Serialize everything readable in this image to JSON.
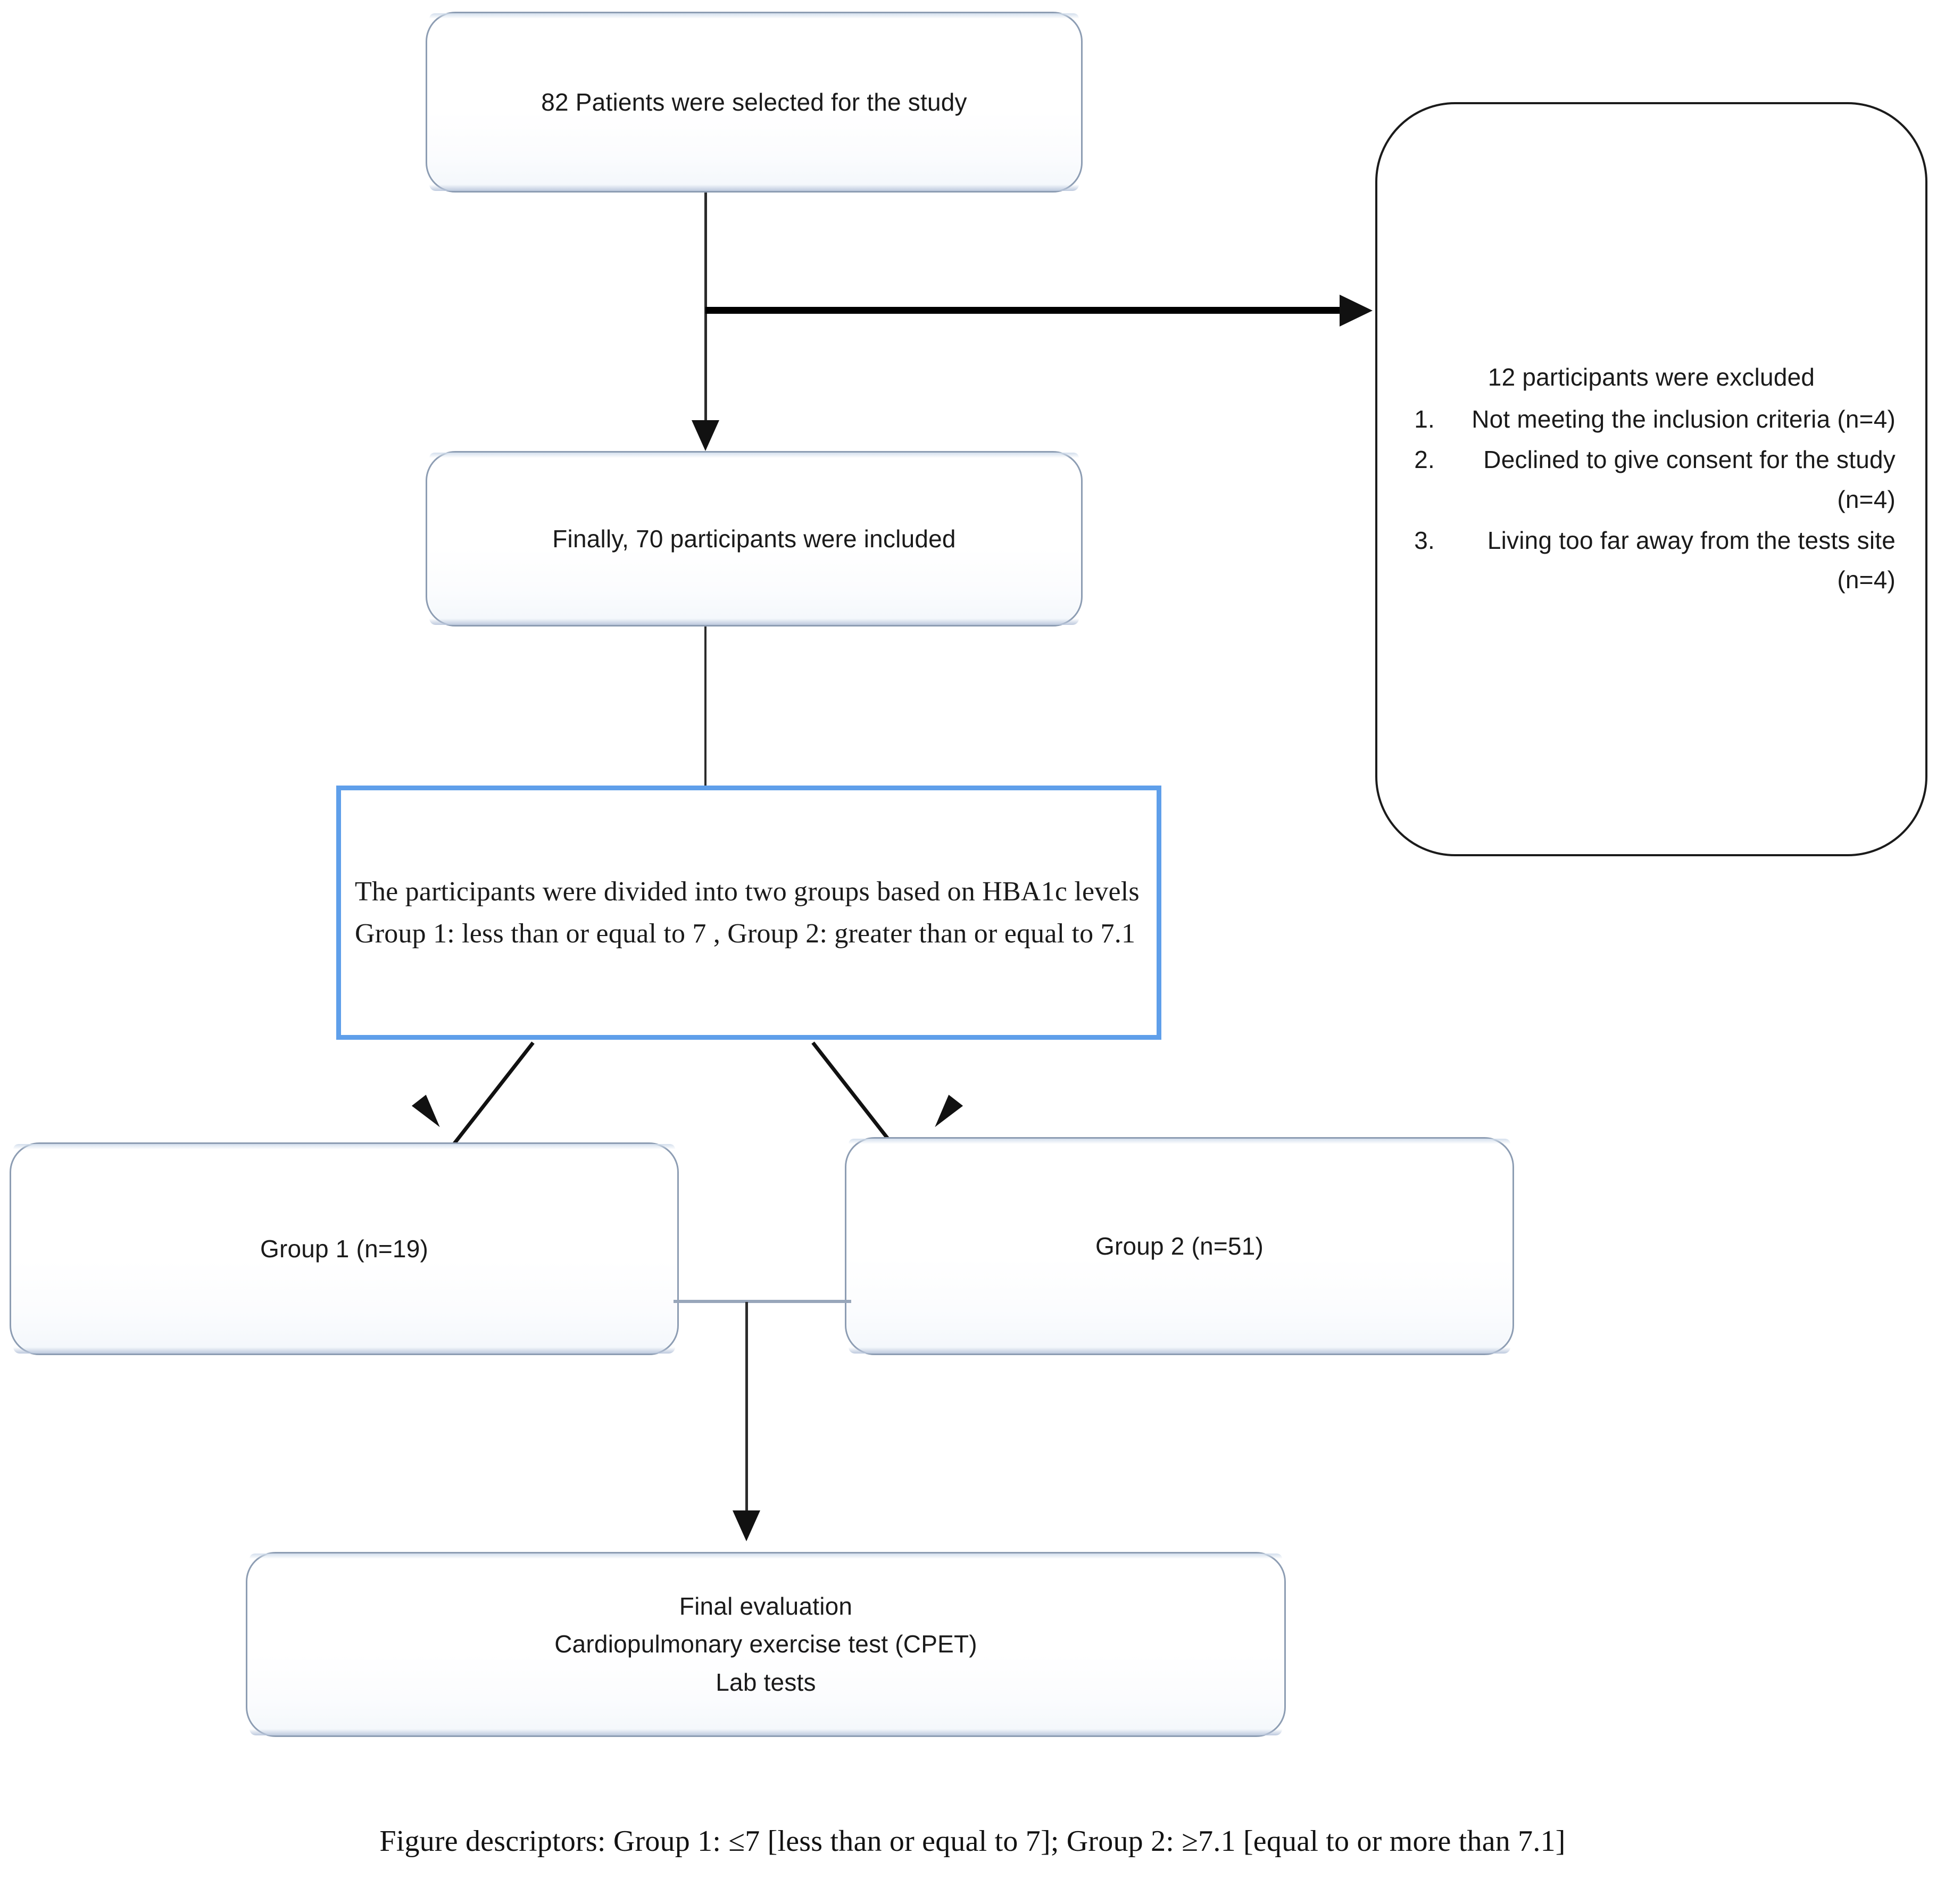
{
  "figure": {
    "type": "study-flow-diagram",
    "caption": "Figure descriptors: Group 1: ≤7 [less than or equal to 7]; Group 2: ≥7.1 [equal to or more than 7.1]"
  },
  "nodes": {
    "selected": {
      "label": "82 Patients were selected for the study",
      "count": 82
    },
    "included": {
      "label": "Finally, 70 participants were included",
      "count": 70
    },
    "excluded": {
      "heading": "12 participants were excluded",
      "count": 12,
      "reasons": [
        {
          "num": "1.",
          "text": "Not meeting the inclusion criteria (n=4)",
          "n": 4
        },
        {
          "num": "2.",
          "text": "Declined to give consent for the study (n=4)",
          "n": 4
        },
        {
          "num": "3.",
          "text": "Living too far away from the tests site (n=4)",
          "n": 4
        }
      ]
    },
    "split": {
      "label": "The participants were divided into two groups based on HBA1c levels Group 1: less than or equal to 7 , Group 2: greater than or equal to 7.1"
    },
    "group1": {
      "label": "Group 1 (n=19)",
      "n": 19
    },
    "group2": {
      "label": "Group 2 (n=51)",
      "n": 51
    },
    "final": {
      "line1": "Final evaluation",
      "line2": "Cardiopulmonary exercise test (CPET)",
      "line3": "Lab tests"
    }
  },
  "colors": {
    "box_border": "#8d9db3",
    "split_border": "#5f9fea",
    "excluded_border": "#1b1b1b",
    "connector": "#111111",
    "background": "#ffffff",
    "text": "#1a1a1a"
  }
}
